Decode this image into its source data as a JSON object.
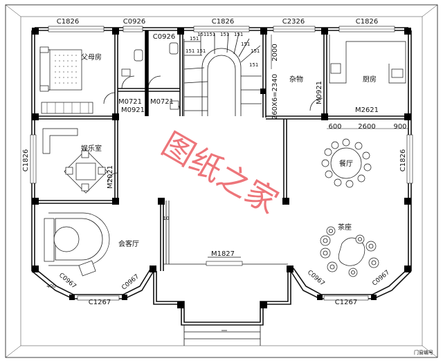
{
  "rooms": {
    "parents_room": "父母房",
    "entertainment_room": "娱乐室",
    "storage": "杂物",
    "kitchen": "厨房",
    "dining_room": "餐厅",
    "living_room": "会客厅",
    "tea_seat": "茶座"
  },
  "windows": {
    "top": [
      "C1826",
      "C0926",
      "C1826",
      "C2326",
      "C1826"
    ],
    "inner_top": "C0926",
    "left": "C1826",
    "right": "C1826",
    "bottom_left": [
      "C0967",
      "C0967"
    ],
    "bottom_left_center": "C1267",
    "bottom_right": [
      "C0967",
      "C0967"
    ],
    "bottom_right_center": "C1267",
    "corner_dim": "400"
  },
  "doors": {
    "bath1": "M0721",
    "bath2": "M0721",
    "inner": "M0921",
    "kitchen": "M0921",
    "kitchen_opening": "M2621",
    "entertainment": "M2021",
    "main_entrance": "M1827"
  },
  "dimensions": {
    "kitchen_left": "600",
    "kitchen_mid": "2600",
    "kitchen_right": "900",
    "storage_height": "2000",
    "opening": "260X6=2340",
    "small_mark": "10"
  },
  "stairs": {
    "steps": [
      "151",
      "151",
      "151",
      "151",
      "151",
      "151",
      "151",
      "151",
      "151",
      "151"
    ]
  },
  "watermark": "图纸之家",
  "legend": "门窗编号"
}
